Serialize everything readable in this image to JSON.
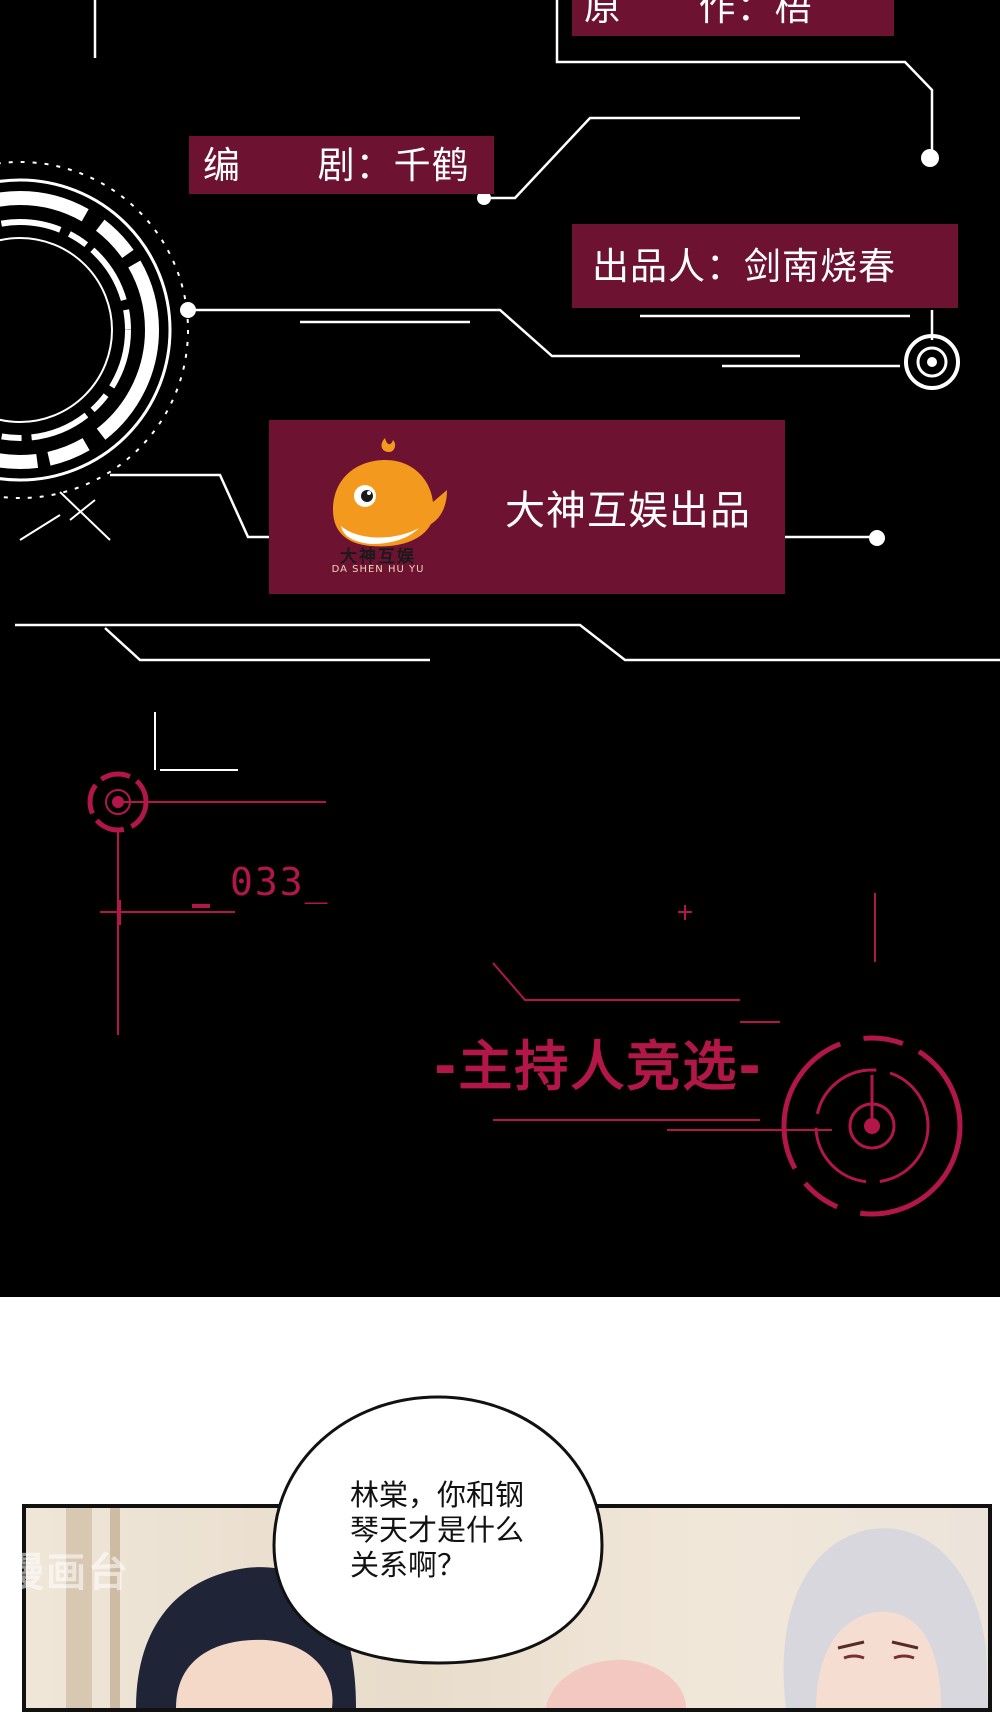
{
  "credits": {
    "top": {
      "label": "原      作：",
      "value": "梧"
    },
    "writer": {
      "label": "编      剧：",
      "value": "千鹤"
    },
    "producer": {
      "label": "出品人：",
      "value": "剑南烧春"
    }
  },
  "publisher": {
    "logo_cn": "大神互娱",
    "logo_en": "DA SHEN HU YU",
    "text": "大神互娱出品"
  },
  "chapter": {
    "number": "033_",
    "title": "-主持人竞选-"
  },
  "bubble": {
    "lines": [
      "林棠，你和钢",
      "琴天才是什么",
      "关系啊？"
    ]
  },
  "watermark": "漫画台",
  "colors": {
    "accent": "#b3174a",
    "plate": "#6e1232",
    "background": "#000000"
  }
}
